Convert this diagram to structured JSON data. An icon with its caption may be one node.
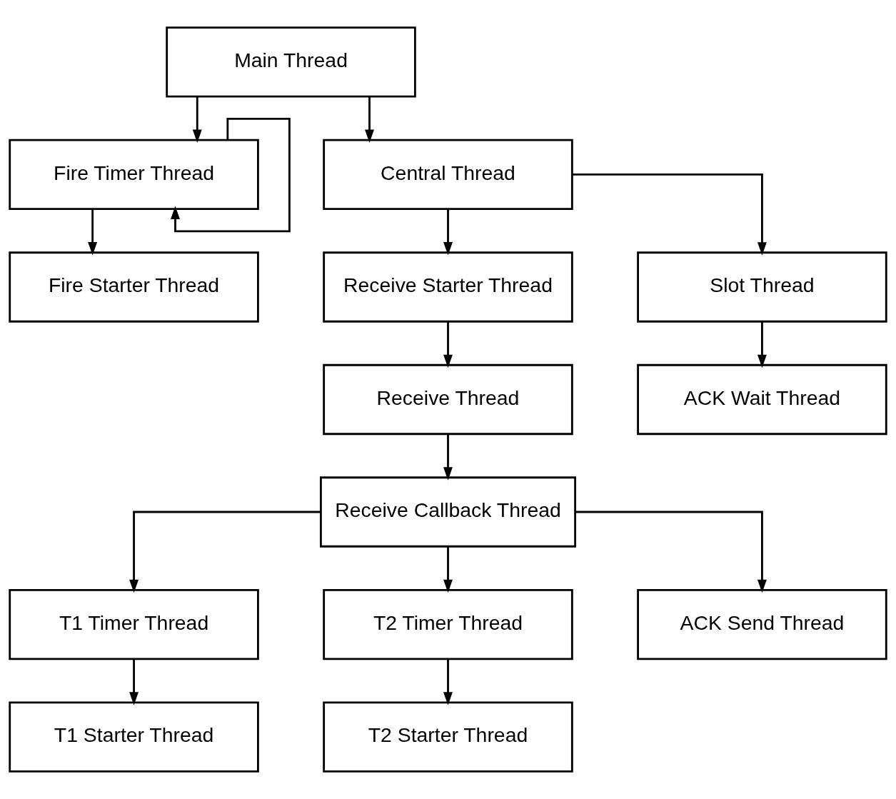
{
  "diagram": {
    "nodes": [
      {
        "text": [
          "Main Thread"
        ]
      },
      {
        "text": [
          "Fire Timer Thread"
        ]
      },
      {
        "text": [
          "Central Thread"
        ]
      },
      {
        "text": [
          "Fire Starter Thread"
        ]
      },
      {
        "text": [
          "Receive Starter Thread"
        ]
      },
      {
        "text": [
          "Slot Thread"
        ]
      },
      {
        "text": [
          "Receive Thread"
        ]
      },
      {
        "text": [
          "ACK Wait Thread"
        ]
      },
      {
        "text": [
          "Receive Callback Thread"
        ]
      },
      {
        "text": [
          "T1 Timer Thread"
        ]
      },
      {
        "text": [
          "T2 Timer Thread"
        ]
      },
      {
        "text": [
          "ACK Send Thread"
        ]
      },
      {
        "text": [
          "T1 Starter Thread"
        ]
      },
      {
        "text": [
          "T2 Starter Thread"
        ]
      }
    ],
    "edges": [
      {
        "from": 0,
        "to": 1,
        "arrow": "to"
      },
      {
        "from": 0,
        "to": 2,
        "arrow": "to"
      },
      {
        "from": 1,
        "to": 1,
        "arrow": "to"
      },
      {
        "from": 1,
        "to": 3,
        "arrow": "to"
      },
      {
        "from": 2,
        "to": 4,
        "arrow": "to"
      },
      {
        "from": 2,
        "to": 5,
        "arrow": "to"
      },
      {
        "from": 4,
        "to": 6,
        "arrow": "to"
      },
      {
        "from": 5,
        "to": 7,
        "arrow": "to"
      },
      {
        "from": 6,
        "to": 8,
        "arrow": "to"
      },
      {
        "from": 8,
        "to": 9,
        "arrow": "to"
      },
      {
        "from": 8,
        "to": 10,
        "arrow": "to"
      },
      {
        "from": 8,
        "to": 11,
        "arrow": "to"
      },
      {
        "from": 9,
        "to": 12,
        "arrow": "to"
      },
      {
        "from": 10,
        "to": 13,
        "arrow": "to"
      }
    ]
  }
}
